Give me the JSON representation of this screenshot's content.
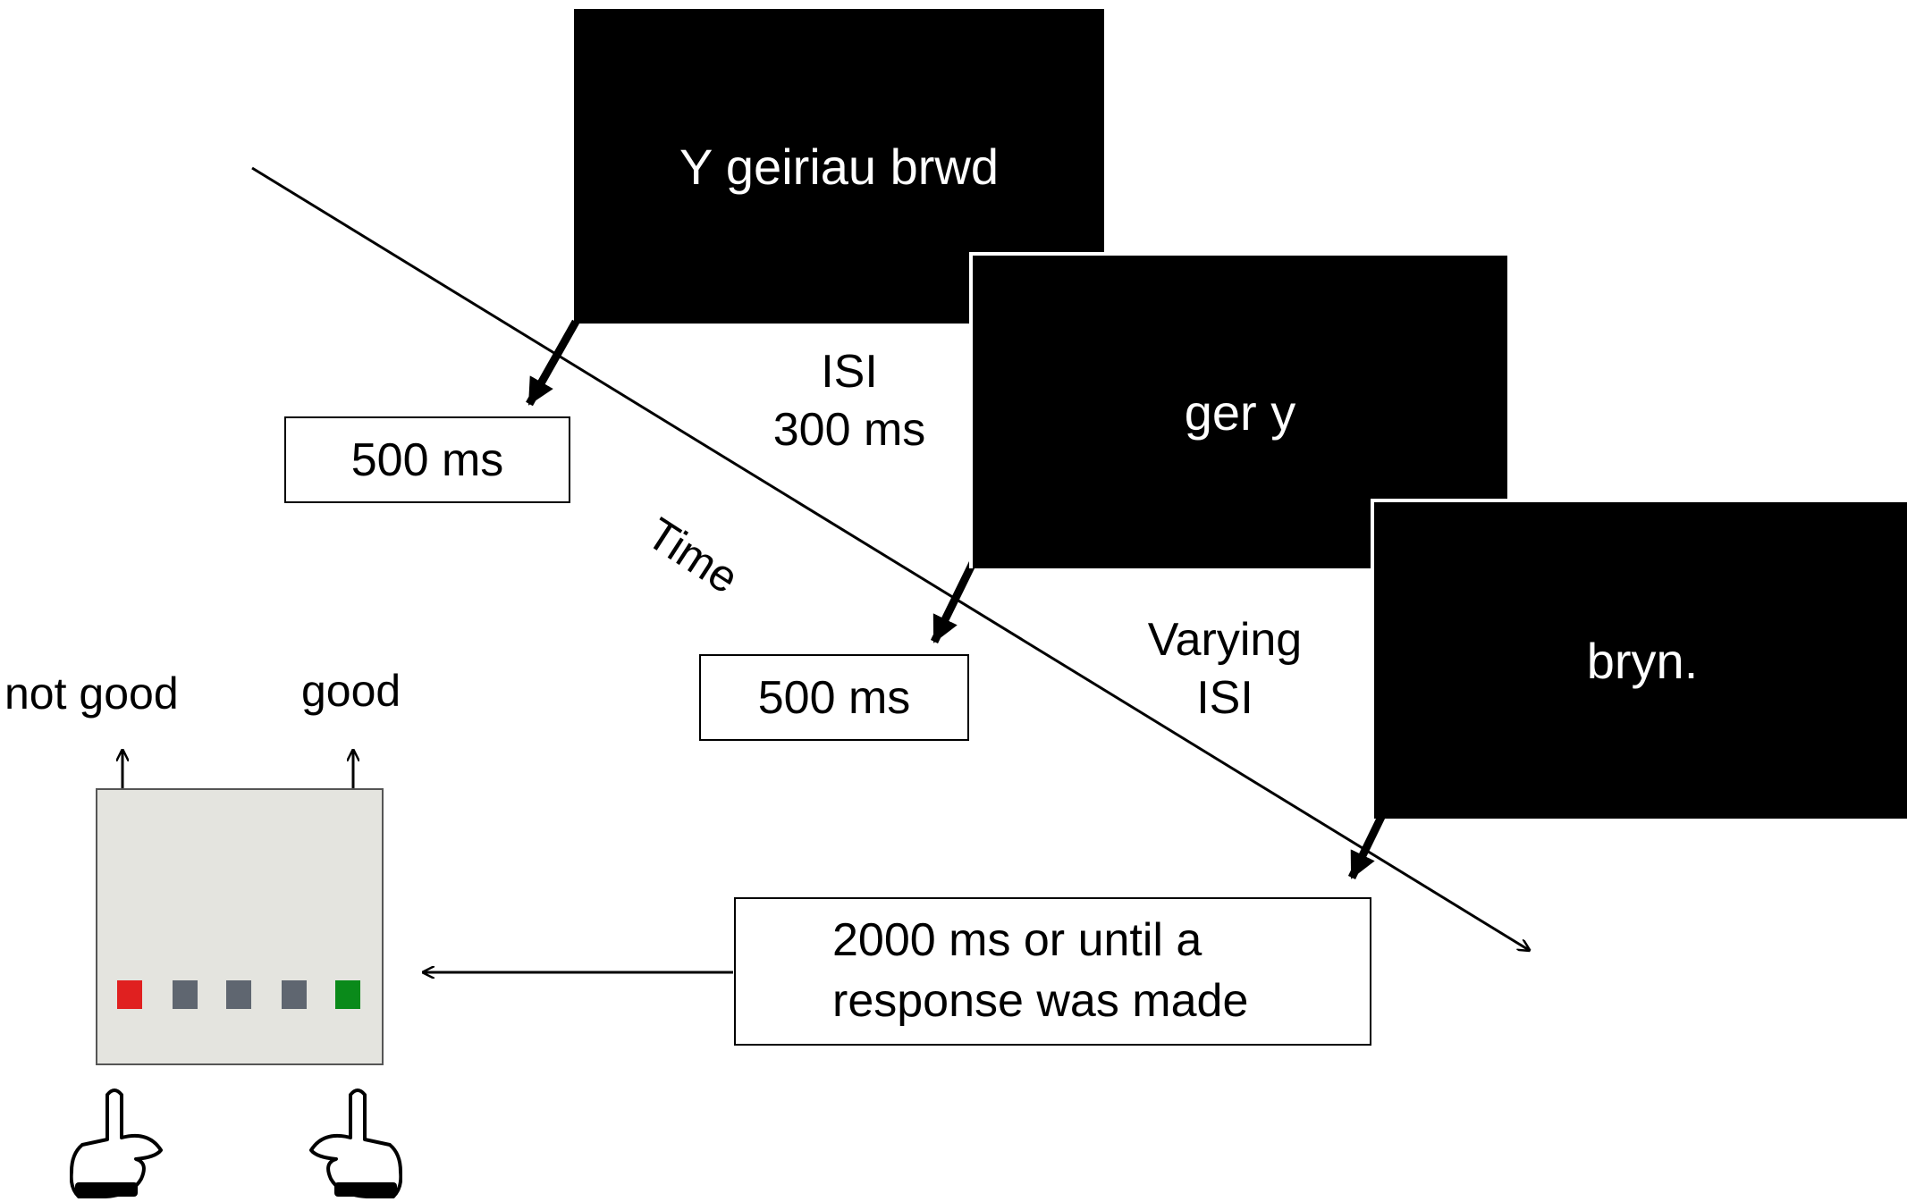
{
  "stimuli": [
    {
      "text": "Y geiriau brwd"
    },
    {
      "text": "ger y"
    },
    {
      "text": "bryn."
    }
  ],
  "durations": {
    "first": "500 ms",
    "second": "500 ms",
    "final_line1": "2000 ms or until a",
    "final_line2": "response was made"
  },
  "intervals": {
    "isi_fixed_line1": "ISI",
    "isi_fixed_line2": "300 ms",
    "isi_varying_line1": "Varying",
    "isi_varying_line2": "ISI"
  },
  "time_axis_label": "Time",
  "response": {
    "left_label": "not good",
    "right_label": "good",
    "keys": [
      {
        "color": "#e02020"
      },
      {
        "color": "#5f6670"
      },
      {
        "color": "#5f6670"
      },
      {
        "color": "#5f6670"
      },
      {
        "color": "#0a8a1a"
      }
    ],
    "pad_color": "#e4e4df"
  }
}
